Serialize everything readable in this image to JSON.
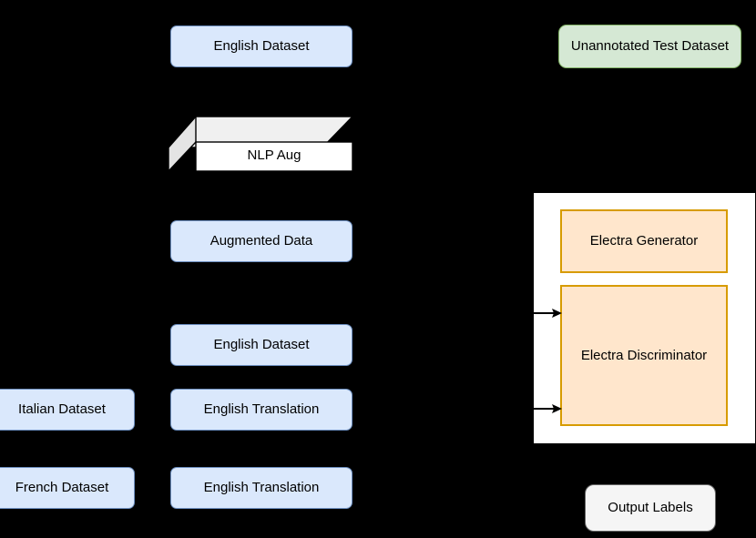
{
  "diagram": {
    "title": "NLP data augmentation and ELECTRA training pipeline",
    "background_color": "#000000",
    "palette": {
      "blue_fill": "#dae8fc",
      "blue_stroke": "#6c8ebf",
      "green_fill": "#d5e8d4",
      "green_stroke": "#82b366",
      "orange_fill": "#ffe6cc",
      "orange_stroke": "#d79b00",
      "grey_fill": "#f5f5f5",
      "grey_stroke": "#666666",
      "panel_fill": "#ffffff",
      "cube_top_fill": "#f0f0f0",
      "cube_side_fill": "#e0e0e0",
      "cube_front_fill": "#ffffff",
      "cube_stroke": "#000000",
      "arrow_color": "#000000"
    },
    "nodes": {
      "english_dataset_top": {
        "label": "English Dataset"
      },
      "nlp_aug": {
        "label": "NLP Aug"
      },
      "augmented_data": {
        "label": "Augmented Data"
      },
      "english_dataset_mid": {
        "label": "English Dataset"
      },
      "english_translation_italian": {
        "label": "English Translation"
      },
      "english_translation_french": {
        "label": "English Translation"
      },
      "italian_dataset": {
        "label": "Italian Dataset"
      },
      "french_dataset": {
        "label": "French Dataset"
      },
      "unannotated_test_dataset": {
        "label": "Unannotated Test Dataset"
      },
      "electra_generator": {
        "label": "Electra Generator"
      },
      "electra_discriminator": {
        "label": "Electra Discriminator"
      },
      "output_labels": {
        "label": "Output Labels"
      }
    },
    "arrows": [
      {
        "name": "arrow-into-discriminator-top",
        "direction": "right"
      },
      {
        "name": "arrow-into-discriminator-bottom",
        "direction": "right"
      }
    ]
  }
}
